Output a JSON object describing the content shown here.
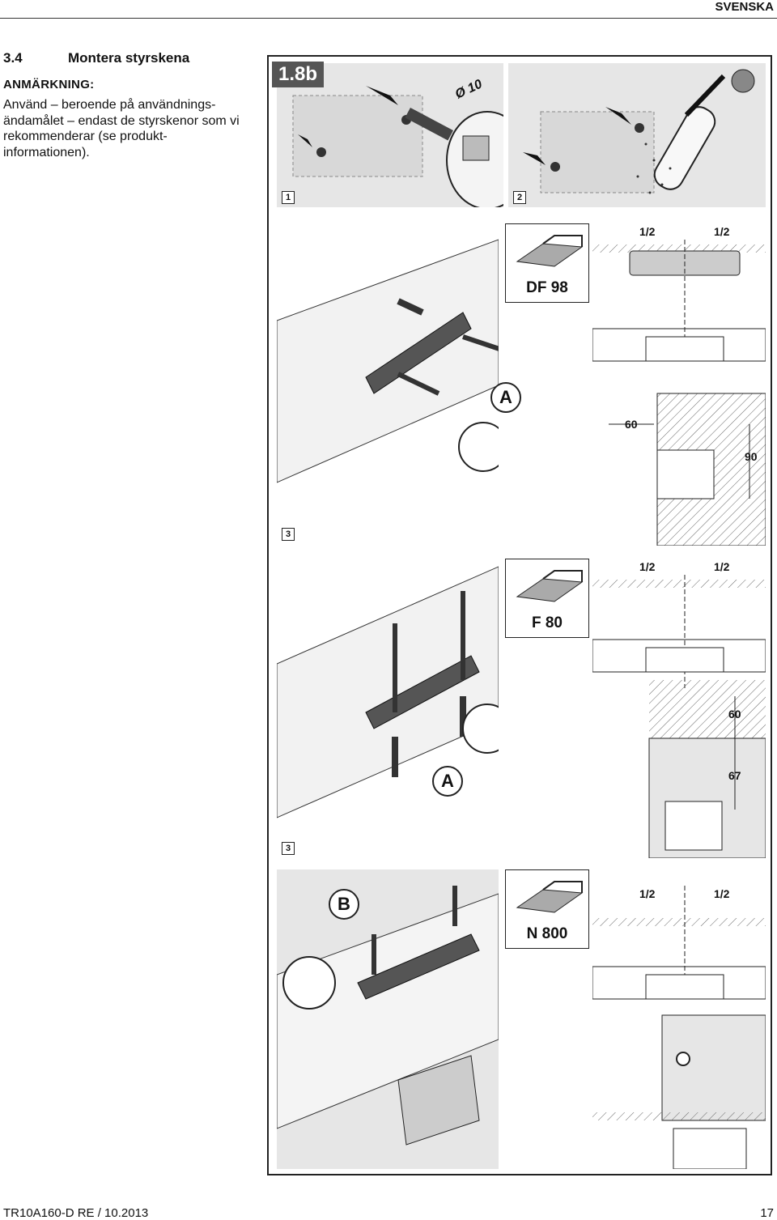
{
  "header": {
    "language": "SVENSKA"
  },
  "section": {
    "number": "3.4",
    "title": "Montera styrskena"
  },
  "note": {
    "heading": "ANMÄRKNING:",
    "lines": [
      "Använd – beroende på användnings-",
      "ändamålet – endast de styrskenor som vi",
      "rekommenderar (se produkt-",
      "informationen)."
    ]
  },
  "figure": {
    "tag": "1.8b",
    "steps": {
      "one": "1",
      "two": "2",
      "three_a": "3",
      "three_b": "3"
    },
    "drill_label": "Ø 10",
    "row1": {
      "profile": "DF 98",
      "half_left": "1/2",
      "half_right": "1/2",
      "dim_a": "60",
      "dim_b": "90",
      "callout": "A"
    },
    "row2": {
      "profile": "F 80",
      "half_left": "1/2",
      "half_right": "1/2",
      "dim_a": "60",
      "dim_b": "67",
      "callout": "A"
    },
    "row3": {
      "profile": "N 800",
      "half_left": "1/2",
      "half_right": "1/2",
      "callout": "B"
    }
  },
  "footer": {
    "doc_id": "TR10A160-D  RE / 10.2013",
    "page": "17"
  },
  "colors": {
    "panel_grey": "#e6e6e6",
    "tag_bg": "#555555",
    "line": "#222222"
  }
}
